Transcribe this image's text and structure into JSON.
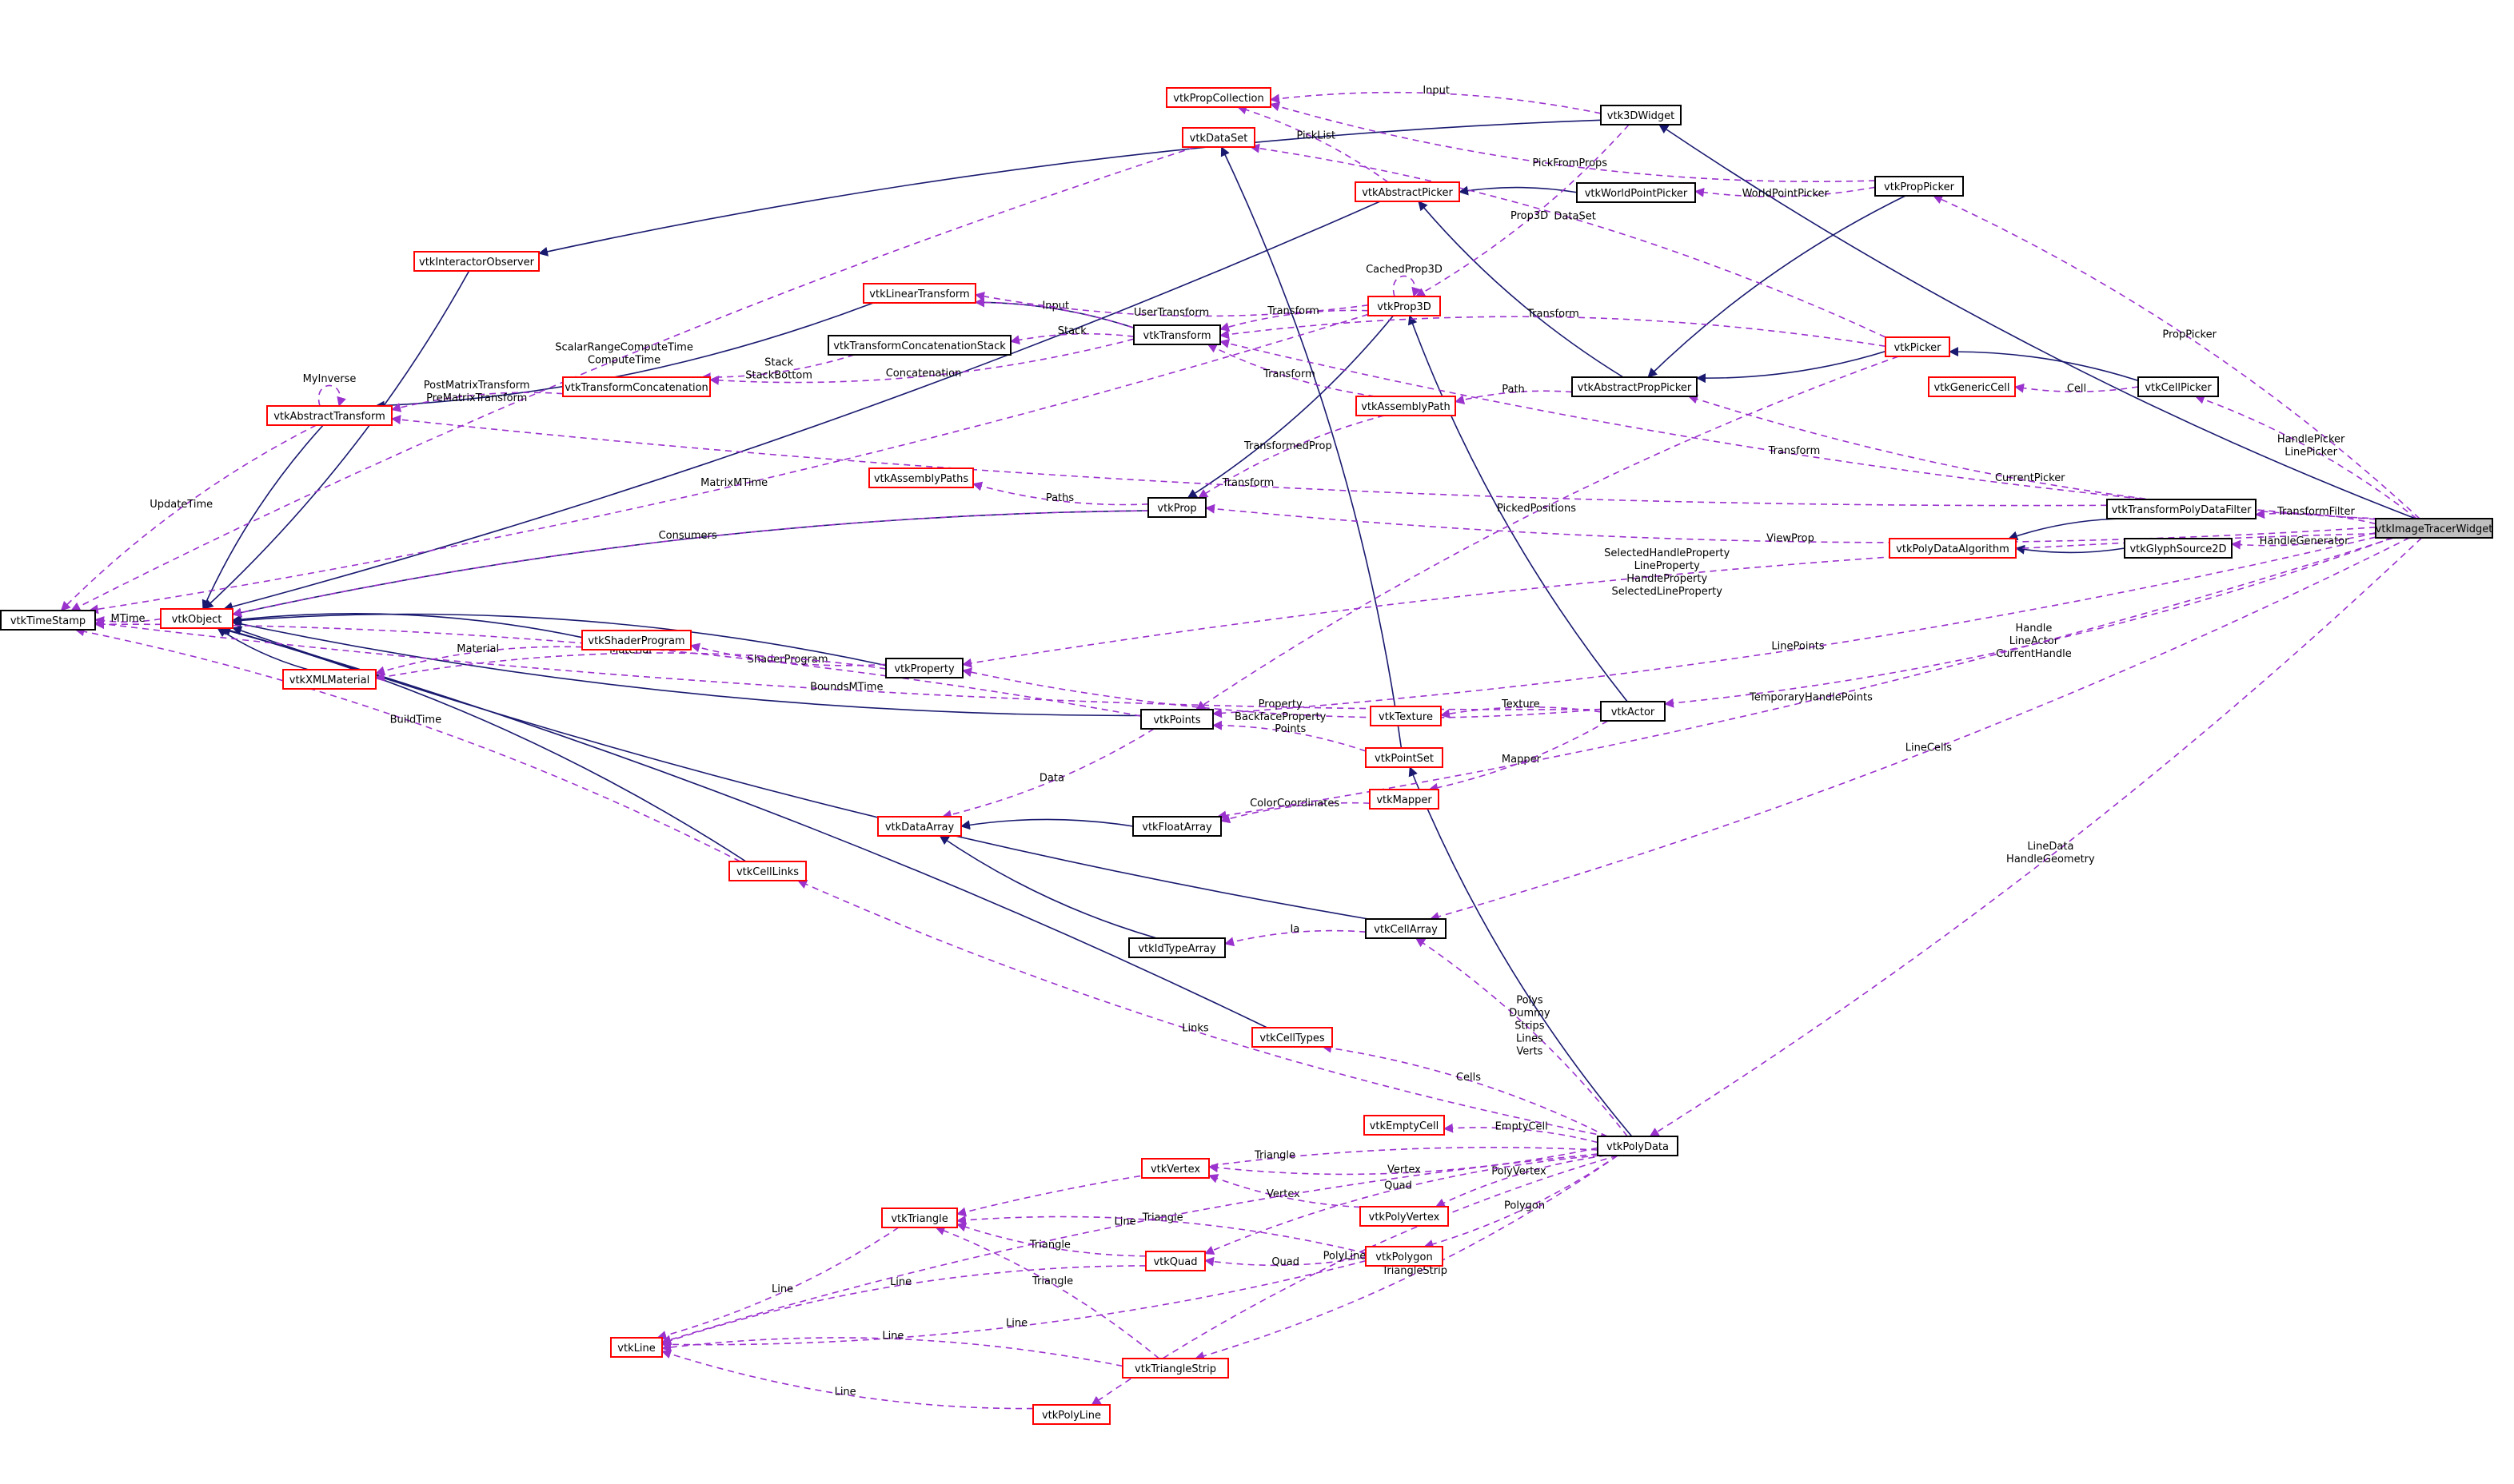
{
  "diagram": {
    "colors": {
      "documented_border": "#000000",
      "undocumented_border": "#ff0000",
      "focus_fill": "#bfbfbf",
      "inheritance_edge": "#191970",
      "usage_edge": "#9a32cd"
    },
    "nodes": [
      {
        "id": "n_vtkImageTracerWidget",
        "label": "vtkImageTracerWidget",
        "kind": "focus"
      },
      {
        "id": "n_vtk3DWidget",
        "label": "vtk3DWidget",
        "kind": "documented"
      },
      {
        "id": "n_vtkInteractorObserver",
        "label": "vtkInteractorObserver",
        "kind": "undocumented"
      },
      {
        "id": "n_vtkObject",
        "label": "vtkObject",
        "kind": "undocumented"
      },
      {
        "id": "n_vtkTimeStamp",
        "label": "vtkTimeStamp",
        "kind": "documented"
      },
      {
        "id": "n_vtkAbstractTransform",
        "label": "vtkAbstractTransform",
        "kind": "undocumented"
      },
      {
        "id": "n_vtkTransformConcatenation",
        "label": "vtkTransformConcatenation",
        "kind": "undocumented"
      },
      {
        "id": "n_vtkTransformConcatenationStack",
        "label": "vtkTransformConcatenationStack",
        "kind": "documented"
      },
      {
        "id": "n_vtkLinearTransform",
        "label": "vtkLinearTransform",
        "kind": "undocumented"
      },
      {
        "id": "n_vtkTransform",
        "label": "vtkTransform",
        "kind": "documented"
      },
      {
        "id": "n_vtkProp3D",
        "label": "vtkProp3D",
        "kind": "undocumented"
      },
      {
        "id": "n_vtkPropCollection",
        "label": "vtkPropCollection",
        "kind": "undocumented"
      },
      {
        "id": "n_vtkDataSet",
        "label": "vtkDataSet",
        "kind": "undocumented"
      },
      {
        "id": "n_vtkAbstractPicker",
        "label": "vtkAbstractPicker",
        "kind": "undocumented"
      },
      {
        "id": "n_vtkWorldPointPicker",
        "label": "vtkWorldPointPicker",
        "kind": "documented"
      },
      {
        "id": "n_vtkPropPicker",
        "label": "vtkPropPicker",
        "kind": "documented"
      },
      {
        "id": "n_vtkPicker",
        "label": "vtkPicker",
        "kind": "undocumented"
      },
      {
        "id": "n_vtkAbstractPropPicker",
        "label": "vtkAbstractPropPicker",
        "kind": "documented"
      },
      {
        "id": "n_vtkGenericCell",
        "label": "vtkGenericCell",
        "kind": "undocumented"
      },
      {
        "id": "n_vtkCellPicker",
        "label": "vtkCellPicker",
        "kind": "documented"
      },
      {
        "id": "n_vtkAssemblyPath",
        "label": "vtkAssemblyPath",
        "kind": "undocumented"
      },
      {
        "id": "n_vtkAssemblyPaths",
        "label": "vtkAssemblyPaths",
        "kind": "undocumented"
      },
      {
        "id": "n_vtkProp",
        "label": "vtkProp",
        "kind": "documented"
      },
      {
        "id": "n_vtkTransformPolyDataFilter",
        "label": "vtkTransformPolyDataFilter",
        "kind": "documented"
      },
      {
        "id": "n_vtkPolyDataAlgorithm",
        "label": "vtkPolyDataAlgorithm",
        "kind": "undocumented"
      },
      {
        "id": "n_vtkGlyphSource2D",
        "label": "vtkGlyphSource2D",
        "kind": "documented"
      },
      {
        "id": "n_vtkShaderProgram",
        "label": "vtkShaderProgram",
        "kind": "undocumented"
      },
      {
        "id": "n_vtkXMLMaterial",
        "label": "vtkXMLMaterial",
        "kind": "undocumented"
      },
      {
        "id": "n_vtkProperty",
        "label": "vtkProperty",
        "kind": "documented"
      },
      {
        "id": "n_vtkPoints",
        "label": "vtkPoints",
        "kind": "documented"
      },
      {
        "id": "n_vtkTexture",
        "label": "vtkTexture",
        "kind": "undocumented"
      },
      {
        "id": "n_vtkActor",
        "label": "vtkActor",
        "kind": "documented"
      },
      {
        "id": "n_vtkPointSet",
        "label": "vtkPointSet",
        "kind": "undocumented"
      },
      {
        "id": "n_vtkMapper",
        "label": "vtkMapper",
        "kind": "undocumented"
      },
      {
        "id": "n_vtkDataArray",
        "label": "vtkDataArray",
        "kind": "undocumented"
      },
      {
        "id": "n_vtkFloatArray",
        "label": "vtkFloatArray",
        "kind": "documented"
      },
      {
        "id": "n_vtkCellLinks",
        "label": "vtkCellLinks",
        "kind": "undocumented"
      },
      {
        "id": "n_vtkCellArray",
        "label": "vtkCellArray",
        "kind": "documented"
      },
      {
        "id": "n_vtkIdTypeArray",
        "label": "vtkIdTypeArray",
        "kind": "documented"
      },
      {
        "id": "n_vtkCellTypes",
        "label": "vtkCellTypes",
        "kind": "undocumented"
      },
      {
        "id": "n_vtkEmptyCell",
        "label": "vtkEmptyCell",
        "kind": "undocumented"
      },
      {
        "id": "n_vtkPolyData",
        "label": "vtkPolyData",
        "kind": "documented"
      },
      {
        "id": "n_vtkVertex",
        "label": "vtkVertex",
        "kind": "undocumented"
      },
      {
        "id": "n_vtkPolyVertex",
        "label": "vtkPolyVertex",
        "kind": "undocumented"
      },
      {
        "id": "n_vtkTriangle",
        "label": "vtkTriangle",
        "kind": "undocumented"
      },
      {
        "id": "n_vtkQuad",
        "label": "vtkQuad",
        "kind": "undocumented"
      },
      {
        "id": "n_vtkPolygon",
        "label": "vtkPolygon",
        "kind": "undocumented"
      },
      {
        "id": "n_vtkLine",
        "label": "vtkLine",
        "kind": "undocumented"
      },
      {
        "id": "n_vtkTriangleStrip",
        "label": "vtkTriangleStrip",
        "kind": "undocumented"
      },
      {
        "id": "n_vtkPolyLine",
        "label": "vtkPolyLine",
        "kind": "undocumented"
      }
    ],
    "edges": [
      {
        "from": "n_vtkImageTracerWidget",
        "to": "n_vtk3DWidget",
        "type": "inherit"
      },
      {
        "from": "n_vtk3DWidget",
        "to": "n_vtkInteractorObserver",
        "type": "inherit"
      },
      {
        "from": "n_vtkInteractorObserver",
        "to": "n_vtkObject",
        "type": "inherit"
      },
      {
        "from": "n_vtkAbstractTransform",
        "to": "n_vtkObject",
        "type": "inherit"
      },
      {
        "from": "n_vtkLinearTransform",
        "to": "n_vtkAbstractTransform",
        "type": "inherit"
      },
      {
        "from": "n_vtkTransform",
        "to": "n_vtkLinearTransform",
        "type": "inherit"
      },
      {
        "from": "n_vtkAbstractPicker",
        "to": "n_vtkObject",
        "type": "inherit"
      },
      {
        "from": "n_vtkWorldPointPicker",
        "to": "n_vtkAbstractPicker",
        "type": "inherit"
      },
      {
        "from": "n_vtkAbstractPropPicker",
        "to": "n_vtkAbstractPicker",
        "type": "inherit"
      },
      {
        "from": "n_vtkPropPicker",
        "to": "n_vtkAbstractPropPicker",
        "type": "inherit"
      },
      {
        "from": "n_vtkPicker",
        "to": "n_vtkAbstractPropPicker",
        "type": "inherit"
      },
      {
        "from": "n_vtkCellPicker",
        "to": "n_vtkPicker",
        "type": "inherit"
      },
      {
        "from": "n_vtkProp3D",
        "to": "n_vtkProp",
        "type": "inherit"
      },
      {
        "from": "n_vtkProp",
        "to": "n_vtkObject",
        "type": "inherit"
      },
      {
        "from": "n_vtkActor",
        "to": "n_vtkProp3D",
        "type": "inherit"
      },
      {
        "from": "n_vtkTransformPolyDataFilter",
        "to": "n_vtkPolyDataAlgorithm",
        "type": "inherit"
      },
      {
        "from": "n_vtkGlyphSource2D",
        "to": "n_vtkPolyDataAlgorithm",
        "type": "inherit"
      },
      {
        "from": "n_vtkShaderProgram",
        "to": "n_vtkObject",
        "type": "inherit"
      },
      {
        "from": "n_vtkXMLMaterial",
        "to": "n_vtkObject",
        "type": "inherit"
      },
      {
        "from": "n_vtkProperty",
        "to": "n_vtkObject",
        "type": "inherit"
      },
      {
        "from": "n_vtkPoints",
        "to": "n_vtkObject",
        "type": "inherit"
      },
      {
        "from": "n_vtkPointSet",
        "to": "n_vtkDataSet",
        "type": "inherit"
      },
      {
        "from": "n_vtkPolyData",
        "to": "n_vtkPointSet",
        "type": "inherit"
      },
      {
        "from": "n_vtkFloatArray",
        "to": "n_vtkDataArray",
        "type": "inherit"
      },
      {
        "from": "n_vtkIdTypeArray",
        "to": "n_vtkDataArray",
        "type": "inherit"
      },
      {
        "from": "n_vtkCellLinks",
        "to": "n_vtkObject",
        "type": "inherit"
      },
      {
        "from": "n_vtkCellArray",
        "to": "n_vtkObject",
        "type": "inherit"
      },
      {
        "from": "n_vtkCellTypes",
        "to": "n_vtkObject",
        "type": "inherit"
      },
      {
        "from": "n_vtkObject",
        "to": "n_vtkTimeStamp",
        "type": "use",
        "label": "MTime"
      },
      {
        "from": "n_vtkDataSet",
        "to": "n_vtkTimeStamp",
        "type": "use",
        "label": "ScalarRangeComputeTime\nComputeTime"
      },
      {
        "from": "n_vtkProp3D",
        "to": "n_vtkTimeStamp",
        "type": "use",
        "label": "MatrixMTime"
      },
      {
        "from": "n_vtkAbstractTransform",
        "to": "n_vtkTimeStamp",
        "type": "use",
        "label": "UpdateTime"
      },
      {
        "from": "n_vtkAbstractTransform",
        "to": "n_vtkAbstractTransform",
        "type": "use",
        "label": "MyInverse"
      },
      {
        "from": "n_vtkTransformConcatenation",
        "to": "n_vtkAbstractTransform",
        "type": "use",
        "label": "PostMatrixTransform\nPreMatrixTransform"
      },
      {
        "from": "n_vtkTransformConcatenationStack",
        "to": "n_vtkTransformConcatenation",
        "type": "use",
        "label": "Stack\nStackBottom"
      },
      {
        "from": "n_vtkTransform",
        "to": "n_vtkTransformConcatenationStack",
        "type": "use",
        "label": "Stack"
      },
      {
        "from": "n_vtkTransform",
        "to": "n_vtkTransformConcatenation",
        "type": "use",
        "label": "Concatenation"
      },
      {
        "from": "n_vtkTransform",
        "to": "n_vtkLinearTransform",
        "type": "use",
        "label": "Input"
      },
      {
        "from": "n_vtkProp3D",
        "to": "n_vtkLinearTransform",
        "type": "use",
        "label": "UserTransform"
      },
      {
        "from": "n_vtkProp3D",
        "to": "n_vtkTransform",
        "type": "use",
        "label": "Transform"
      },
      {
        "from": "n_vtkProp3D",
        "to": "n_vtkProp3D",
        "type": "use",
        "label": "CachedProp3D"
      },
      {
        "from": "n_vtk3DWidget",
        "to": "n_vtkPropCollection",
        "type": "use",
        "label": "Input"
      },
      {
        "from": "n_vtkPropPicker",
        "to": "n_vtkPropCollection",
        "type": "use",
        "label": "PickFromProps"
      },
      {
        "from": "n_vtkAbstractPicker",
        "to": "n_vtkPropCollection",
        "type": "use",
        "label": "PickList"
      },
      {
        "from": "n_vtk3DWidget",
        "to": "n_vtkProp3D",
        "type": "use",
        "label": "Prop3D"
      },
      {
        "from": "n_vtkPicker",
        "to": "n_vtkDataSet",
        "type": "use",
        "label": "DataSet"
      },
      {
        "from": "n_vtkPropPicker",
        "to": "n_vtkWorldPointPicker",
        "type": "use",
        "label": "WorldPointPicker"
      },
      {
        "from": "n_vtkImageTracerWidget",
        "to": "n_vtkPropPicker",
        "type": "use",
        "label": "PropPicker"
      },
      {
        "from": "n_vtkImageTracerWidget",
        "to": "n_vtkTransform",
        "type": "use",
        "label": "Transform"
      },
      {
        "from": "n_vtkPicker",
        "to": "n_vtkTransform",
        "type": "use",
        "label": "Transform"
      },
      {
        "from": "n_vtkCellPicker",
        "to": "n_vtkGenericCell",
        "type": "use",
        "label": "Cell"
      },
      {
        "from": "n_vtkImageTracerWidget",
        "to": "n_vtkCellPicker",
        "type": "use",
        "label": "HandlePicker\nLinePicker"
      },
      {
        "from": "n_vtkImageTracerWidget",
        "to": "n_vtkAbstractPropPicker",
        "type": "use",
        "label": "CurrentPicker"
      },
      {
        "from": "n_vtkAbstractPropPicker",
        "to": "n_vtkAssemblyPath",
        "type": "use",
        "label": "Path"
      },
      {
        "from": "n_vtkAssemblyPath",
        "to": "n_vtkTransform",
        "type": "use",
        "label": "Transform"
      },
      {
        "from": "n_vtkAssemblyPath",
        "to": "n_vtkProp",
        "type": "use",
        "label": "TransformedProp"
      },
      {
        "from": "n_vtkProp",
        "to": "n_vtkAssemblyPaths",
        "type": "use",
        "label": "Paths"
      },
      {
        "from": "n_vtkProp",
        "to": "n_vtkObject",
        "type": "use",
        "label": "Consumers"
      },
      {
        "from": "n_vtkTransformPolyDataFilter",
        "to": "n_vtkAbstractTransform",
        "type": "use",
        "label": "Transform"
      },
      {
        "from": "n_vtkImageTracerWidget",
        "to": "n_vtkTransformPolyDataFilter",
        "type": "use",
        "label": "TransformFilter"
      },
      {
        "from": "n_vtkImageTracerWidget",
        "to": "n_vtkGlyphSource2D",
        "type": "use",
        "label": "HandleGenerator"
      },
      {
        "from": "n_vtkImageTracerWidget",
        "to": "n_vtkProperty",
        "type": "use",
        "label": "SelectedHandleProperty\nLineProperty\nHandleProperty\nSelectedLineProperty"
      },
      {
        "from": "n_vtkImageTracerWidget",
        "to": "n_vtkProp",
        "type": "use",
        "label": "ViewProp"
      },
      {
        "from": "n_vtkPicker",
        "to": "n_vtkPoints",
        "type": "use",
        "label": "PickedPositions"
      },
      {
        "from": "n_vtkImageTracerWidget",
        "to": "n_vtkPoints",
        "type": "use",
        "label": "LinePoints"
      },
      {
        "from": "n_vtkShaderProgram",
        "to": "n_vtkXMLMaterial",
        "type": "use",
        "label": "Material"
      },
      {
        "from": "n_vtkProperty",
        "to": "n_vtkShaderProgram",
        "type": "use",
        "label": "ShaderProgram"
      },
      {
        "from": "n_vtkProperty",
        "to": "n_vtkXMLMaterial",
        "type": "use",
        "label": "Material"
      },
      {
        "from": "n_vtkActor",
        "to": "n_vtkProperty",
        "type": "use",
        "label": "Property\nBackfaceProperty"
      },
      {
        "from": "n_vtkActor",
        "to": "n_vtkTexture",
        "type": "use",
        "label": "Texture"
      },
      {
        "from": "n_vtkImageTracerWidget",
        "to": "n_vtkActor",
        "type": "use",
        "label": "Handle\nLineActor\nCurrentHandle"
      },
      {
        "from": "n_vtkPointSet",
        "to": "n_vtkPoints",
        "type": "use",
        "label": "Points"
      },
      {
        "from": "n_vtkActor",
        "to": "n_vtkMapper",
        "type": "use",
        "label": "Mapper"
      },
      {
        "from": "n_vtkPoints",
        "to": "n_vtkTimeStamp",
        "type": "use",
        "label": "ComputeTime"
      },
      {
        "from": "n_vtkPoints",
        "to": "n_vtkDataArray",
        "type": "use",
        "label": "Data"
      },
      {
        "from": "n_vtkMapper",
        "to": "n_vtkFloatArray",
        "type": "use",
        "label": "ColorCoordinates"
      },
      {
        "from": "n_vtkImageTracerWidget",
        "to": "n_vtkFloatArray",
        "type": "use",
        "label": "TemporaryHandlePoints"
      },
      {
        "from": "n_vtkCellLinks",
        "to": "n_vtkTimeStamp",
        "type": "use",
        "label": "BuildTime"
      },
      {
        "from": "n_vtkActor",
        "to": "n_vtkTimeStamp",
        "type": "use",
        "label": "BoundsMTime"
      },
      {
        "from": "n_vtkCellArray",
        "to": "n_vtkIdTypeArray",
        "type": "use",
        "label": "Ia"
      },
      {
        "from": "n_vtkImageTracerWidget",
        "to": "n_vtkCellArray",
        "type": "use",
        "label": "LineCells"
      },
      {
        "from": "n_vtkPolyData",
        "to": "n_vtkCellArray",
        "type": "use",
        "label": "Polys\nDummy\nStrips\nLines\nVerts"
      },
      {
        "from": "n_vtkPolyData",
        "to": "n_vtkCellLinks",
        "type": "use",
        "label": "Links"
      },
      {
        "from": "n_vtkPolyData",
        "to": "n_vtkCellTypes",
        "type": "use",
        "label": "Cells"
      },
      {
        "from": "n_vtkImageTracerWidget",
        "to": "n_vtkPolyData",
        "type": "use",
        "label": "LineData\nHandleGeometry"
      },
      {
        "from": "n_vtkPolyData",
        "to": "n_vtkEmptyCell",
        "type": "use",
        "label": "EmptyCell"
      },
      {
        "from": "n_vtkPolyData",
        "to": "n_vtkVertex",
        "type": "use",
        "label": "Vertex"
      },
      {
        "from": "n_vtkPolyData",
        "to": "n_vtkTriangle",
        "type": "use",
        "label": "Triangle"
      },
      {
        "from": "n_vtkPolyVertex",
        "to": "n_vtkVertex",
        "type": "use",
        "label": "Vertex"
      },
      {
        "from": "n_vtkPolyData",
        "to": "n_vtkPolyVertex",
        "type": "use",
        "label": "PolyVertex"
      },
      {
        "from": "n_vtkPolyData",
        "to": "n_vtkPolygon",
        "type": "use",
        "label": "Polygon"
      },
      {
        "from": "n_vtkPolygon",
        "to": "n_vtkTriangle",
        "type": "use",
        "label": "Triangle"
      },
      {
        "from": "n_vtkQuad",
        "to": "n_vtkTriangle",
        "type": "use",
        "label": "Triangle"
      },
      {
        "from": "n_vtkTriangleStrip",
        "to": "n_vtkTriangle",
        "type": "use",
        "label": "Triangle"
      },
      {
        "from": "n_vtkPolygon",
        "to": "n_vtkQuad",
        "type": "use",
        "label": "Quad"
      },
      {
        "from": "n_vtkPolyData",
        "to": "n_vtkQuad",
        "type": "use",
        "label": "Quad"
      },
      {
        "from": "n_vtkTriangle",
        "to": "n_vtkLine",
        "type": "use",
        "label": "Line"
      },
      {
        "from": "n_vtkQuad",
        "to": "n_vtkLine",
        "type": "use",
        "label": "Line"
      },
      {
        "from": "n_vtkPolygon",
        "to": "n_vtkLine",
        "type": "use",
        "label": "Line"
      },
      {
        "from": "n_vtkTriangleStrip",
        "to": "n_vtkLine",
        "type": "use",
        "label": "Line"
      },
      {
        "from": "n_vtkPolyLine",
        "to": "n_vtkLine",
        "type": "use",
        "label": "Line"
      },
      {
        "from": "n_vtkPolyData",
        "to": "n_vtkLine",
        "type": "use",
        "label": "Line"
      },
      {
        "from": "n_vtkPolyData",
        "to": "n_vtkTriangleStrip",
        "type": "use",
        "label": "TriangleStrip"
      },
      {
        "from": "n_vtkPolyData",
        "to": "n_vtkPolyLine",
        "type": "use",
        "label": "PolyLine"
      }
    ]
  }
}
